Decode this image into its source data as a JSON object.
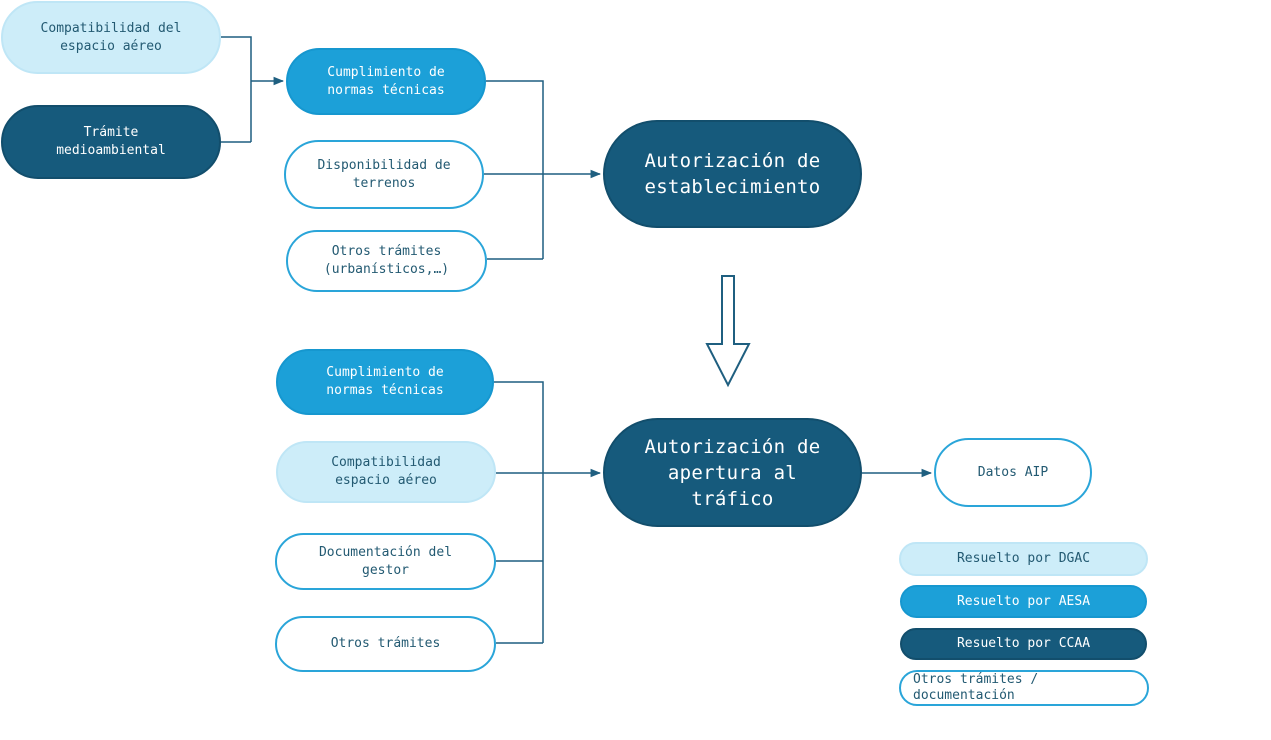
{
  "top_inputs": [
    {
      "label": "Compatibilidad del\nespacio aéreo"
    },
    {
      "label": "Trámite\nmedioambiental"
    }
  ],
  "establishment_inputs": [
    {
      "label": "Cumplimiento de\nnormas técnicas"
    },
    {
      "label": "Disponibilidad de\nterrenos"
    },
    {
      "label": "Otros trámites\n(urbanísticos,…)"
    }
  ],
  "establishment": {
    "label": "Autorización de\nestablecimiento"
  },
  "opening_inputs": [
    {
      "label": "Cumplimiento de\nnormas técnicas"
    },
    {
      "label": "Compatibilidad\nespacio aéreo"
    },
    {
      "label": "Documentación del\ngestor"
    },
    {
      "label": "Otros trámites"
    }
  ],
  "opening": {
    "label": "Autorización de\napertura al\ntráfico"
  },
  "aip": {
    "label": "Datos AIP"
  },
  "legend": [
    {
      "label": "Resuelto por DGAC"
    },
    {
      "label": "Resuelto por AESA"
    },
    {
      "label": "Resuelto por CCAA"
    },
    {
      "label": "Otros trámites /\ndocumentación"
    }
  ],
  "colors": {
    "light": "#cdedf9",
    "mid": "#1ca0d8",
    "dark": "#165a7c",
    "outline": "#2aa5d9",
    "line": "#1f5f80"
  }
}
